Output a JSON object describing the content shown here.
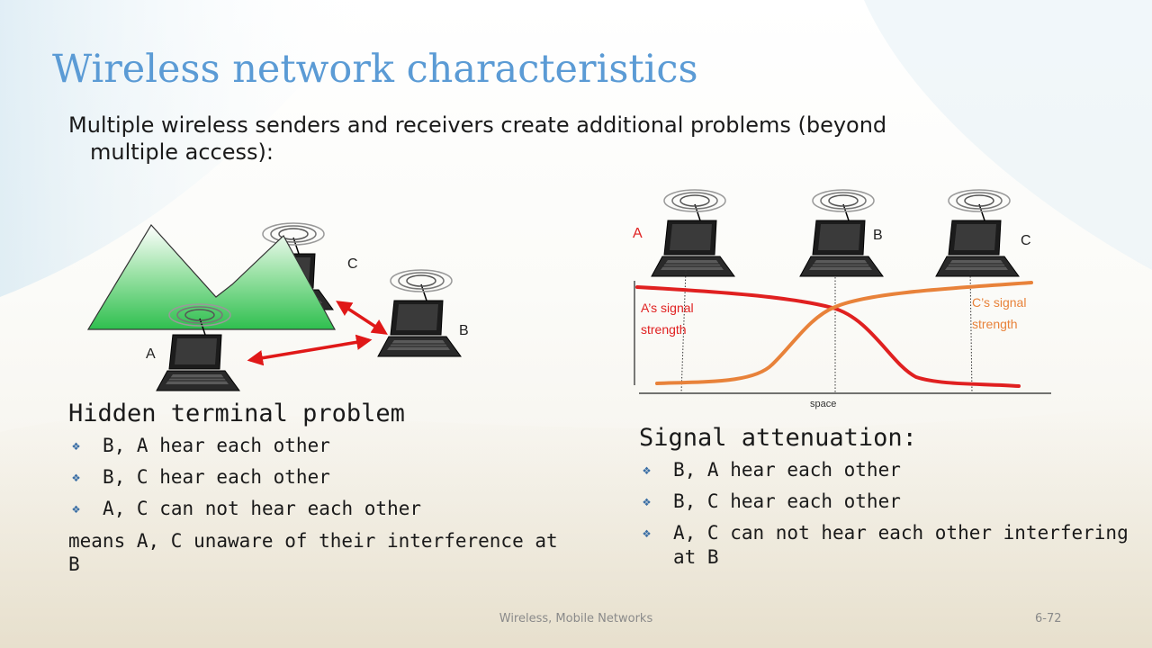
{
  "slide": {
    "title": "Wireless network characteristics",
    "intro_line1": "Multiple wireless senders and receivers create additional problems (beyond",
    "intro_line2": "multiple access):",
    "footer_center": "Wireless, Mobile Networks",
    "footer_page": "6-72"
  },
  "hidden": {
    "title": "Hidden terminal problem",
    "bullets": [
      "B, A hear each other",
      "B, C hear each other",
      "A, C can not hear each other"
    ],
    "means": "means A, C unaware of their interference at B",
    "labels": {
      "a": "A",
      "b": "B",
      "c": "C"
    }
  },
  "attenuation": {
    "title": "Signal attenuation:",
    "bullets": [
      "B, A hear each other",
      "B, C hear each other",
      "A, C can not hear each other interfering at B"
    ],
    "labels": {
      "a": "A",
      "b": "B",
      "c": "C"
    },
    "a_signal_line1": "A’s signal",
    "a_signal_line2": "strength",
    "c_signal_line1": "C’s signal",
    "c_signal_line2": "strength",
    "x_axis": "space"
  },
  "colors": {
    "title": "#5b9bd5",
    "a_signal": "#e02020",
    "c_signal": "#e8823a",
    "mountain": "#3cc85a",
    "arrow": "#e01818"
  }
}
